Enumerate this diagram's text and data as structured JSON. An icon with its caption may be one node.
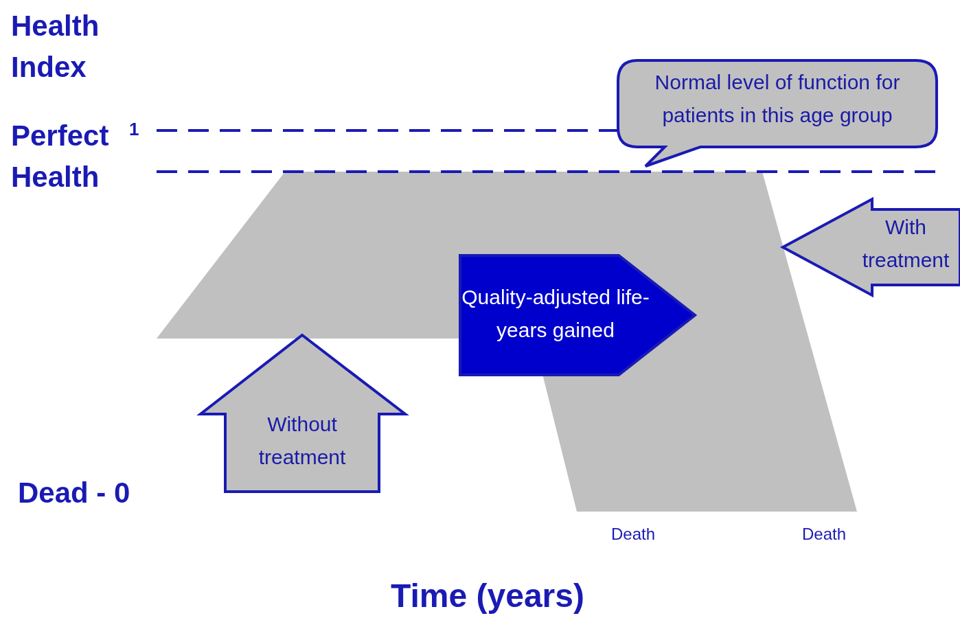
{
  "diagram": {
    "nodes": [
      {
        "text": [
          "Normal level of function for patients in this age group"
        ]
      },
      {
        "text": [
          "With treatment"
        ]
      },
      {
        "text": [
          "Quality-adjusted life-years gained"
        ]
      },
      {
        "text": [
          "Without treatment"
        ]
      }
    ],
    "labels": [
      "Health Index",
      "Perfect Health",
      "1",
      "Dead - 0",
      "Death",
      "Death",
      "Time (years)"
    ]
  }
}
